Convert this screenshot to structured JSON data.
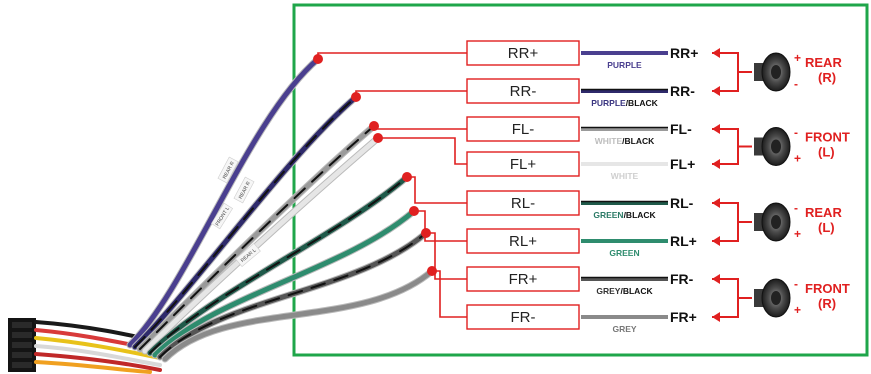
{
  "pins": [
    {
      "label": "RR+",
      "wire_color_label": "PURPLE",
      "terminal": "RR+",
      "wire_color": "#4a3f8f",
      "color_label_fill": "#4a3f8f"
    },
    {
      "label": "RR-",
      "wire_color_label": "PURPLE/BLACK",
      "terminal": "RR-",
      "wire_color": "#2e2a6b",
      "color_label_fill": "#3a3580"
    },
    {
      "label": "FL-",
      "wire_color_label": "WHITE/BLACK",
      "terminal": "FL-",
      "wire_color": "#9a9a9a",
      "color_label_fill": "#bdbdbd"
    },
    {
      "label": "FL+",
      "wire_color_label": "WHITE",
      "terminal": "FL+",
      "wire_color": "#e6e6e6",
      "color_label_fill": "#cfcfcf"
    },
    {
      "label": "RL-",
      "wire_color_label": "GREEN/BLACK",
      "terminal": "RL-",
      "wire_color": "#1f5a4a",
      "color_label_fill": "#2b7a66"
    },
    {
      "label": "RL+",
      "wire_color_label": "GREEN",
      "terminal": "RL+",
      "wire_color": "#2e8c6e",
      "color_label_fill": "#2e8c6e"
    },
    {
      "label": "FR+",
      "wire_color_label": "GREY/BLACK",
      "terminal": "FR-",
      "wire_color": "#555555",
      "color_label_fill": "#333333"
    },
    {
      "label": "FR-",
      "wire_color_label": "GREY",
      "terminal": "FR+",
      "wire_color": "#8a8a8a",
      "color_label_fill": "#777777"
    }
  ],
  "speakers": [
    {
      "name": "REAR",
      "side": "(R)",
      "top_sign": "+",
      "bottom_sign": "-"
    },
    {
      "name": "FRONT",
      "side": "(L)",
      "top_sign": "-",
      "bottom_sign": "+"
    },
    {
      "name": "REAR",
      "side": "(L)",
      "top_sign": "-",
      "bottom_sign": "+"
    },
    {
      "name": "FRONT",
      "side": "(R)",
      "top_sign": "-",
      "bottom_sign": "+"
    }
  ],
  "harness_tags": [
    "REAR R",
    "REAR R",
    "FRONT L",
    "REAR L"
  ],
  "colors": {
    "frame": "#1fa64a",
    "accent": "#e02020"
  }
}
